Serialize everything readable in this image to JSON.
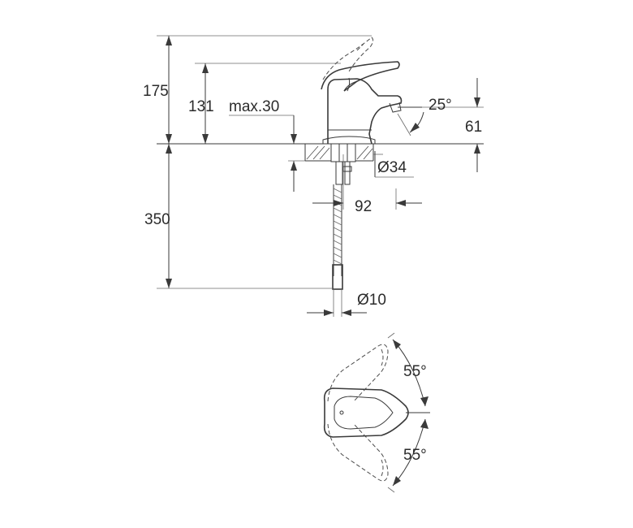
{
  "side_view": {
    "dim_175": "175",
    "dim_131": "131",
    "dim_max30": "max.30",
    "dim_350": "350",
    "dim_25deg": "25°",
    "dim_61": "61",
    "dim_d34": "Ø34",
    "dim_92": "92",
    "dim_d10": "Ø10"
  },
  "top_view": {
    "angle_upper": "55°",
    "angle_lower": "55°"
  }
}
